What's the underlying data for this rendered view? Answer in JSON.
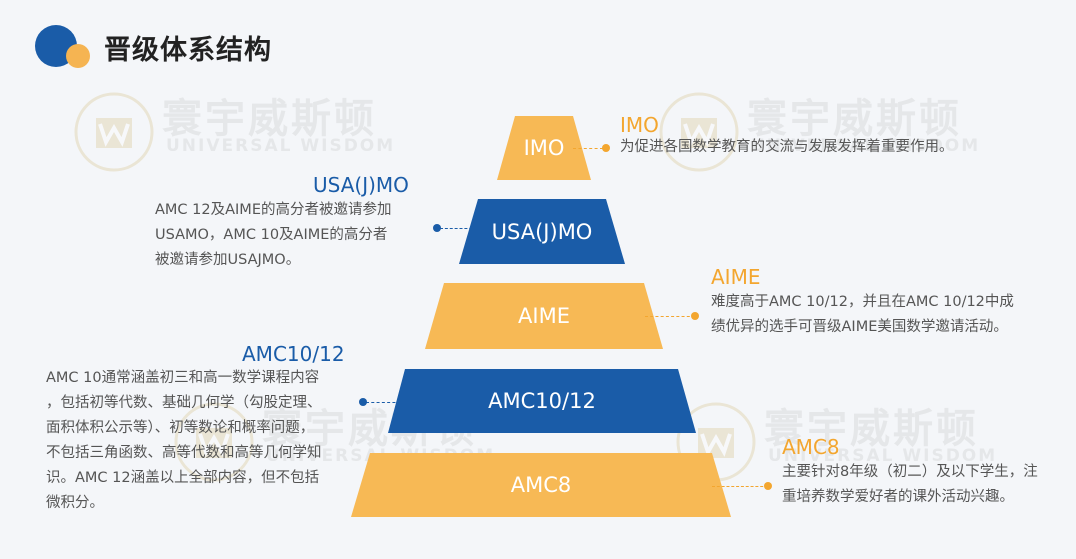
{
  "header": {
    "title": "晋级体系结构"
  },
  "watermark": {
    "name_cn": "寰宇威斯顿",
    "name_en": "UNIVERSAL WISDOM"
  },
  "pyramid": [
    {
      "label": "IMO"
    },
    {
      "label": "USA(J)MO"
    },
    {
      "label": "AIME"
    },
    {
      "label": "AMC10/12"
    },
    {
      "label": "AMC8"
    }
  ],
  "descriptions": {
    "imo": {
      "heading": "IMO",
      "lines": [
        "为促进各国数学教育的交流与发展发挥着重要作用。"
      ]
    },
    "usajmo": {
      "heading": "USA(J)MO",
      "lines": [
        "AMC 12及AIME的高分者被邀请参加",
        "USAMO，AMC 10及AIME的高分者",
        "被邀请参加USAJMO。"
      ]
    },
    "aime": {
      "heading": "AIME",
      "lines": [
        "难度高于AMC 10/12，并且在AMC 10/12中成",
        "绩优异的选手可晋级AIME美国数学邀请活动。"
      ]
    },
    "amc1012": {
      "heading": "AMC10/12",
      "lines": [
        "AMC 10通常涵盖初三和高一数学课程内容",
        "，包括初等代数、基础几何学（勾股定理、",
        "面积体积公示等）、初等数论和概率问题，",
        "不包括三角函数、高等代数和高等几何学知",
        "识。AMC 12涵盖以上全部内容，但不包括",
        "微积分。"
      ]
    },
    "amc8": {
      "heading": "AMC8",
      "lines": [
        "主要针对8年级（初二）及以下学生，注",
        "重培养数学爱好者的课外活动兴趣。"
      ]
    }
  },
  "colors": {
    "yellow": "#f7b955",
    "blue": "#1a5ca8",
    "heading_yellow": "#f3a62f"
  }
}
